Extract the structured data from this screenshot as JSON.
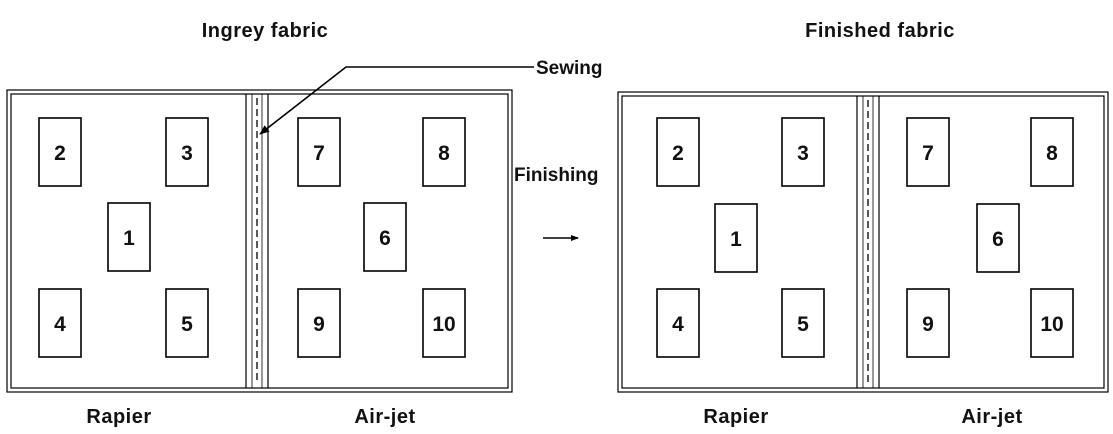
{
  "ingrey": {
    "title": "Ingrey fabric",
    "left_label": "Rapier",
    "right_label": "Air-jet"
  },
  "finished": {
    "title": "Finished fabric",
    "left_label": "Rapier",
    "right_label": "Air-jet"
  },
  "sewing_label": "Sewing",
  "finishing_label": "Finishing",
  "samples": {
    "rapier": [
      "1",
      "2",
      "3",
      "4",
      "5"
    ],
    "airjet": [
      "6",
      "7",
      "8",
      "9",
      "10"
    ]
  }
}
